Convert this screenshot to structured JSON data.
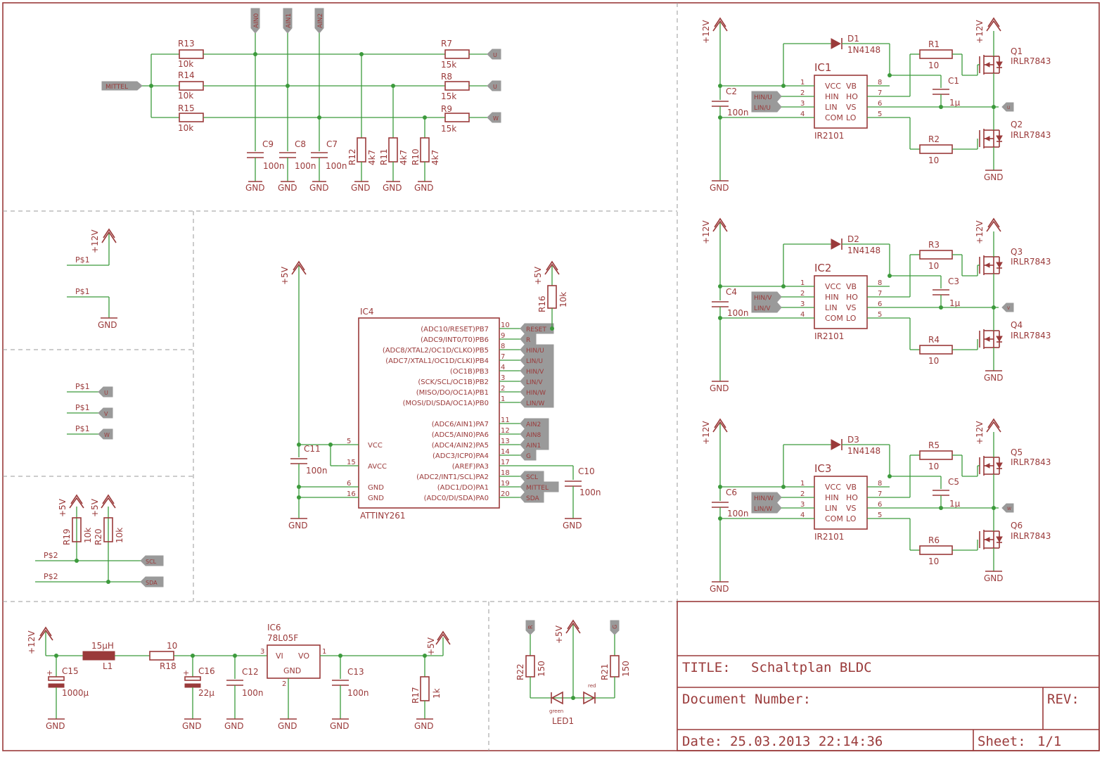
{
  "title_block": {
    "title_label": "TITLE:",
    "title": "Schaltplan BLDC",
    "doc_label": "Document Number:",
    "rev_label": "REV:",
    "date_label": "Date:",
    "date": "25.03.2013 22:14:36",
    "sheet_label": "Sheet:",
    "sheet": "1/1"
  },
  "nets": {
    "ain0": "AIN0",
    "ain1": "AIN1",
    "ain2": "AIN2",
    "mittel": "MITTEL",
    "u": "U",
    "v": "V",
    "w": "W",
    "gnd": "GND",
    "p12v": "+12V",
    "p5v": "+5V",
    "hin_u": "HIN/U",
    "lin_u": "LIN/U",
    "hin_v": "HIN/V",
    "lin_v": "LIN/V",
    "hin_w": "HIN/W",
    "lin_w": "LIN/W",
    "reset": "RESET",
    "r": "R",
    "g": "G",
    "scl": "SCL",
    "sda": "SDA",
    "ain8": "AIN8",
    "p1": "P$1",
    "p2": "P$2"
  },
  "divider": {
    "r13": "R13",
    "r14": "R14",
    "r15": "R15",
    "v10k": "10k",
    "r7": "R7",
    "r8": "R8",
    "r9": "R9",
    "v15k": "15k",
    "c9": "C9",
    "c8": "C8",
    "c7": "C7",
    "v100n": "100n",
    "r12": "R12",
    "r11": "R11",
    "r10": "R10",
    "v4k7": "4k7"
  },
  "drivers": [
    {
      "ic": "IC1",
      "d": "D1",
      "cboot": "C1",
      "cin": "C2",
      "rh": "R1",
      "rl": "R2",
      "qh": "Q1",
      "ql": "Q2",
      "hin": "HIN/U",
      "lin": "LIN/U",
      "out": "U"
    },
    {
      "ic": "IC2",
      "d": "D2",
      "cboot": "C3",
      "cin": "C4",
      "rh": "R3",
      "rl": "R4",
      "qh": "Q3",
      "ql": "Q4",
      "hin": "HIN/V",
      "lin": "LIN/V",
      "out": "V"
    },
    {
      "ic": "IC3",
      "d": "D3",
      "cboot": "C5",
      "cin": "C6",
      "rh": "R5",
      "rl": "R6",
      "qh": "Q5",
      "ql": "Q6",
      "hin": "HIN/W",
      "lin": "LIN/W",
      "out": "W"
    }
  ],
  "driver_common": {
    "diode": "1N4148",
    "driver": "IR2101",
    "mosfet": "IRLR7843",
    "r10": "10",
    "c1u": "1µ",
    "c100n": "100n",
    "pins_left": [
      "VCC",
      "HIN",
      "LIN",
      "COM"
    ],
    "pins_right": [
      "VB",
      "HO",
      "VS",
      "LO"
    ],
    "pinnums_left": [
      "1",
      "2",
      "3",
      "4"
    ],
    "pinnums_right": [
      "8",
      "7",
      "6",
      "5"
    ]
  },
  "mcu": {
    "ref": "IC4",
    "part": "ATTINY261",
    "right_pins": [
      {
        "name": "(ADC10/RESET)PB7",
        "num": "10",
        "net": "RESET"
      },
      {
        "name": "(ADC9/INT0/T0)PB6",
        "num": "9",
        "net": "R"
      },
      {
        "name": "(ADC8/XTAL2/OC1D/CLKO)PB5",
        "num": "8",
        "net": "HIN/U"
      },
      {
        "name": "(ADC7/XTAL1/OC1D/CLKI)PB4",
        "num": "7",
        "net": "LIN/U"
      },
      {
        "name": "(OC1B)PB3",
        "num": "4",
        "net": "HIN/V"
      },
      {
        "name": "(SCK/SCL/OC1B)PB2",
        "num": "3",
        "net": "LIN/V"
      },
      {
        "name": "(MISO/DO/OC1A)PB1",
        "num": "2",
        "net": "HIN/W"
      },
      {
        "name": "(MOSI/DI/SDA/OC1A)PB0",
        "num": "1",
        "net": "LIN/W"
      },
      {
        "name": "(ADC6/AIN1)PA7",
        "num": "11",
        "net": "AIN2"
      },
      {
        "name": "(ADC5/AIN0)PA6",
        "num": "12",
        "net": "AIN8"
      },
      {
        "name": "(ADC4/AIN2)PA5",
        "num": "13",
        "net": "AIN1"
      },
      {
        "name": "(ADC3/ICP0)PA4",
        "num": "14",
        "net": "G"
      },
      {
        "name": "(AREF)PA3",
        "num": "17",
        "net": ""
      },
      {
        "name": "(ADC2/INT1/SCL)PA2",
        "num": "18",
        "net": "SCL"
      },
      {
        "name": "(ADC1/DO)PA1",
        "num": "19",
        "net": "MITTEL"
      },
      {
        "name": "(ADC0/DI/SDA)PA0",
        "num": "20",
        "net": "SDA"
      }
    ],
    "left_pins": [
      {
        "name": "VCC",
        "num": "5"
      },
      {
        "name": "AVCC",
        "num": "15"
      },
      {
        "name": "GND",
        "num": "6"
      },
      {
        "name": "GND",
        "num": "16"
      }
    ],
    "c11": "C11",
    "c10": "C10",
    "r16": "R16",
    "v10k": "10k",
    "v100n": "100n"
  },
  "pull": {
    "r19": "R19",
    "r20": "R20",
    "v10k": "10k"
  },
  "power": {
    "c15": "C15",
    "v1000u": "1000µ",
    "l1": "L1",
    "v15uh": "15µH",
    "r18": "R18",
    "v10": "10",
    "c16": "C16",
    "v22u": "22µ",
    "c12": "C12",
    "v100n": "100n",
    "ic6": "IC6",
    "reg": "78L05F",
    "vi": "VI",
    "vo": "VO",
    "gnd": "GND",
    "c13": "C13",
    "r17": "R17",
    "v1k": "1k",
    "pin3": "3",
    "pin1": "1",
    "pin2": "2"
  },
  "led": {
    "r22": "R22",
    "r21": "R21",
    "v150": "150",
    "led1": "LED1",
    "green": "green",
    "red": "red"
  }
}
